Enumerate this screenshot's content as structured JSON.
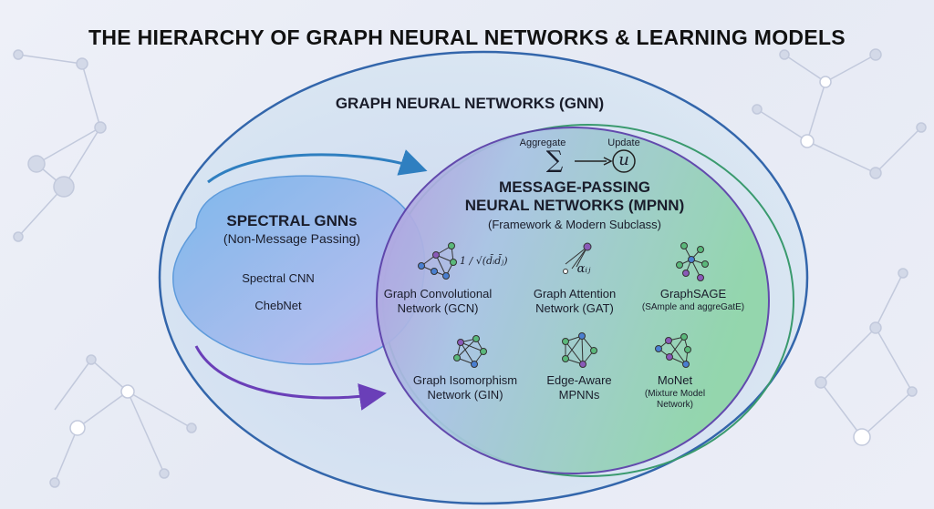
{
  "title": "THE HIERARCHY OF GRAPH NEURAL NETWORKS & LEARNING MODELS",
  "gnn": {
    "label": "GRAPH NEURAL NETWORKS (GNN)"
  },
  "spectral": {
    "title": "SPECTRAL GNNs",
    "subtitle": "(Non-Message Passing)",
    "items": [
      "Spectral CNN",
      "ChebNet"
    ]
  },
  "mpnn": {
    "aggregate_label": "Aggregate",
    "update_label": "Update",
    "aggregate_symbol": "∑",
    "update_symbol": "u",
    "title_line1": "MESSAGE-PASSING",
    "title_line2": "NEURAL NETWORKS (MPNN)",
    "subtitle": "(Framework & Modern Subclass)",
    "models": [
      {
        "line1": "Graph Convolutional",
        "line2": "Network (GCN)",
        "formula": "1 / √(d̄ᵢd̄ⱼ)"
      },
      {
        "line1": "Graph Attention",
        "line2": "Network (GAT)",
        "formula": "αᵢⱼ"
      },
      {
        "line1": "GraphSAGE",
        "line2": "(SAmple and aggreGatE)"
      },
      {
        "line1": "Graph Isomorphism",
        "line2": "Network (GIN)"
      },
      {
        "line1": "Edge-Aware",
        "line2": "MPNNs"
      },
      {
        "line1": "MoNet",
        "line2": "(Mixture Model",
        "line3": "Network)"
      }
    ]
  },
  "colors": {
    "outer": "#2a5fa8",
    "inner": "#3a9a6e",
    "spectral": "#4a8fd8",
    "arrow_top": "#2f7fc0",
    "arrow_bottom": "#6a3fb8"
  }
}
